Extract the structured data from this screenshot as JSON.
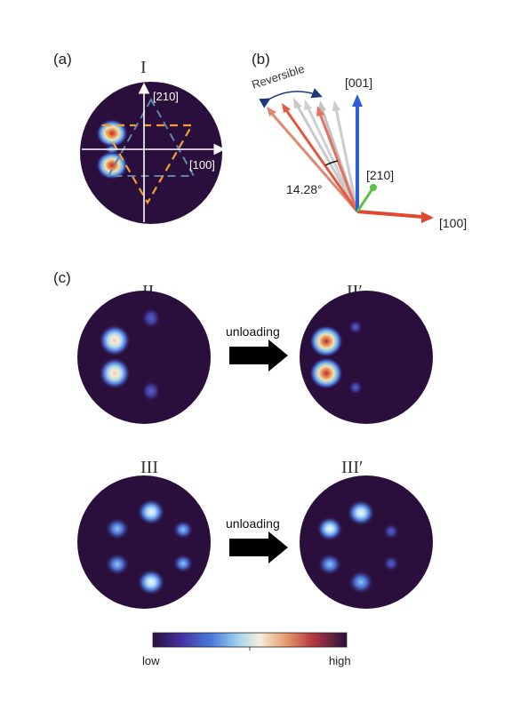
{
  "labels": {
    "panel_a": "(a)",
    "panel_b": "(b)",
    "panel_c": "(c)"
  },
  "panel_a": {
    "roman": "I",
    "axis_210": "[210]",
    "axis_100": "[100]"
  },
  "panel_b": {
    "reversible": "Reversible",
    "angle": "14.28°",
    "vec_001": "[001]",
    "vec_210": "[210]",
    "vec_100": "[100]"
  },
  "panel_c": {
    "top_left": "II",
    "top_right": "II′",
    "bottom_left": "III",
    "bottom_right": "III′",
    "arrow_text_top": "unloading",
    "arrow_text_bottom": "unloading"
  },
  "colorbar": {
    "low": "low",
    "high": "high"
  },
  "colors": {
    "disk_bg": "#2a0f3c",
    "vec_001": "#2a5fd8",
    "vec_100": "#e04830",
    "vec_210": "#5cc04a",
    "orange_dash": "#f0a030",
    "blue_dash": "#5f86a8"
  }
}
